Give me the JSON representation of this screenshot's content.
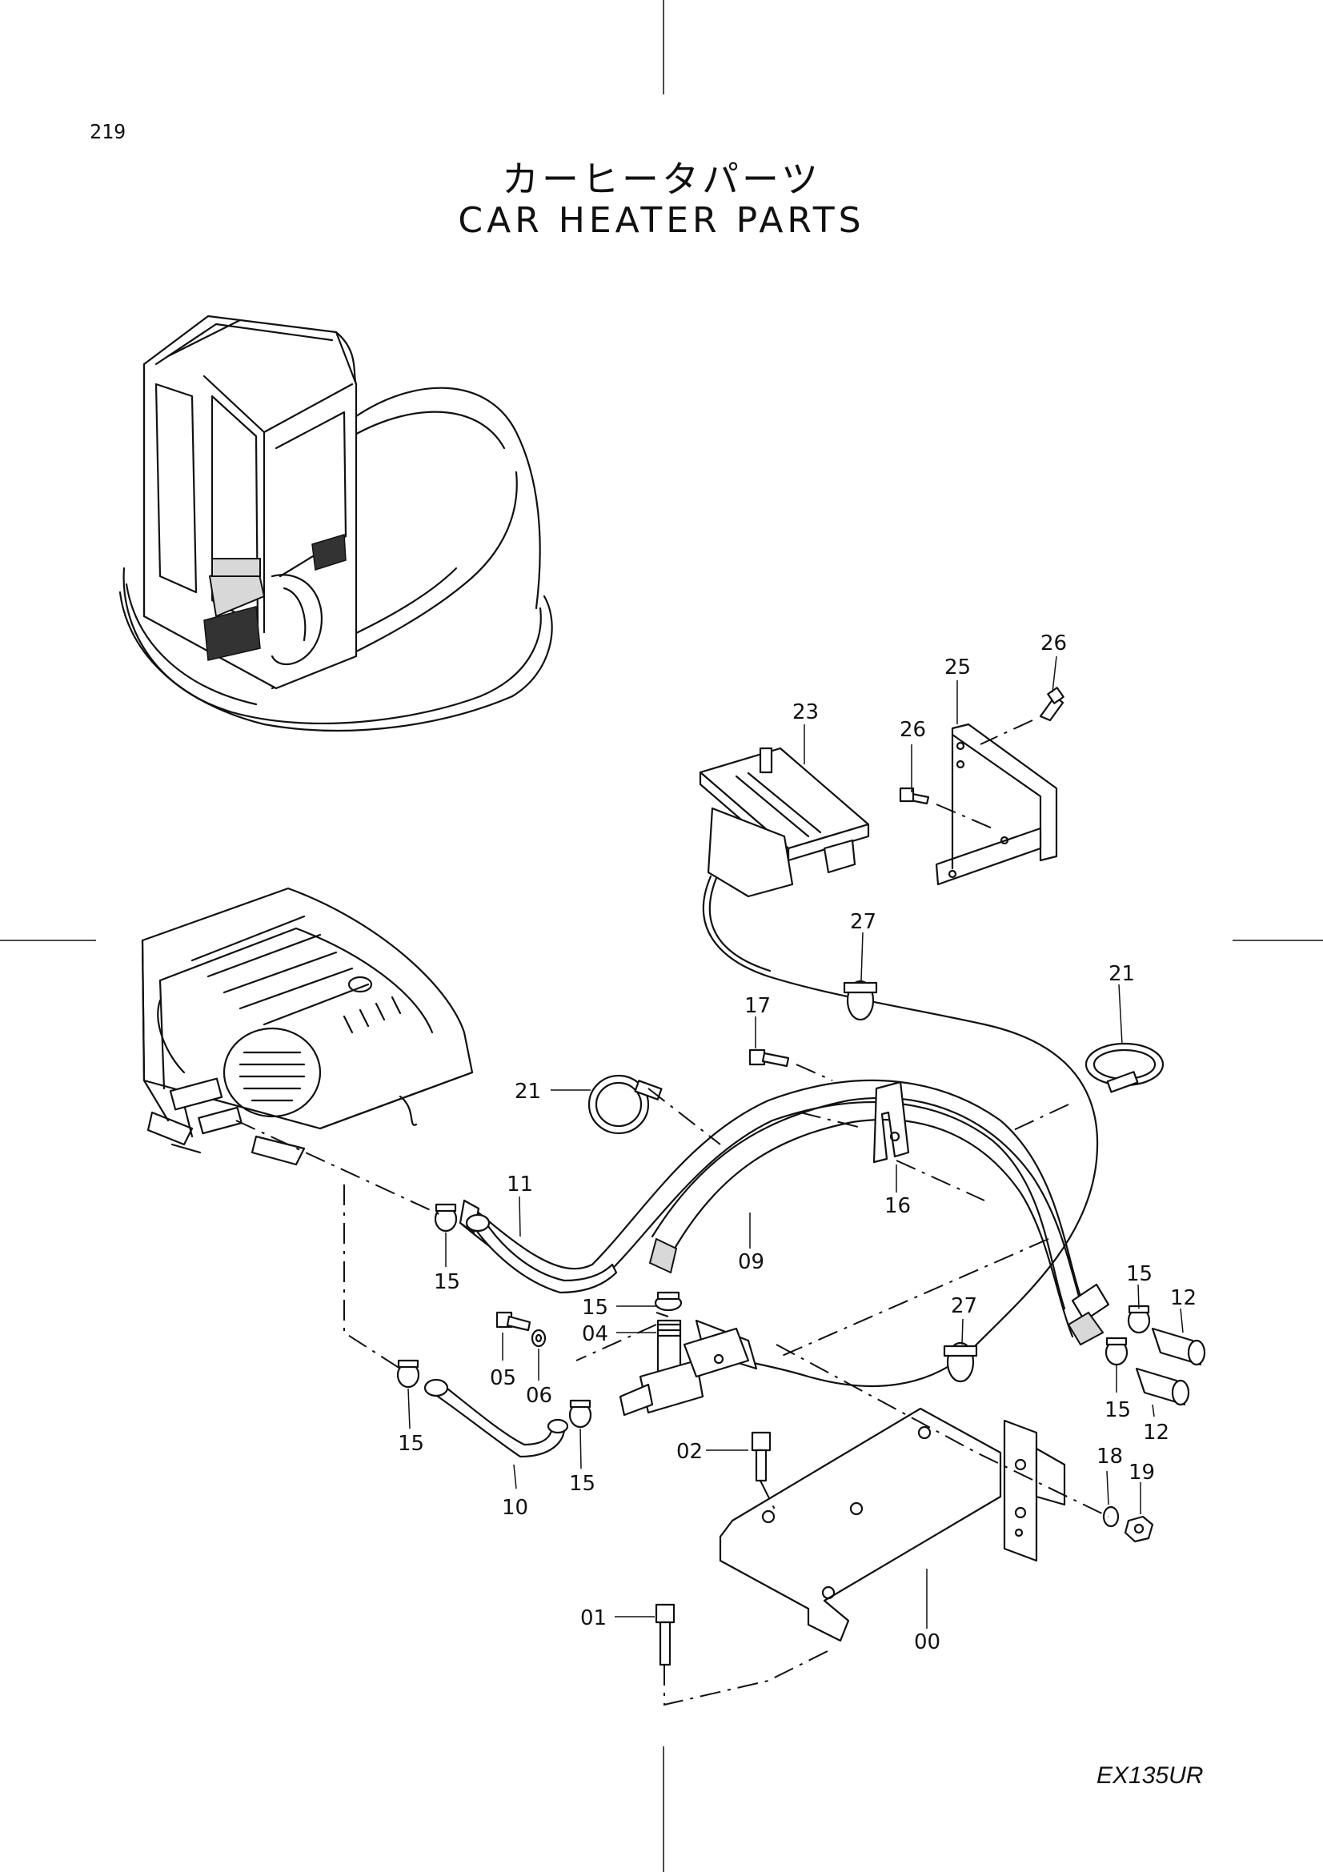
{
  "page_number": "219",
  "title_ja": "カーヒータパーツ",
  "title_en": "CAR HEATER PARTS",
  "model": "EX135UR",
  "callouts": [
    {
      "id": "c00",
      "label": "00"
    },
    {
      "id": "c01",
      "label": "01"
    },
    {
      "id": "c02",
      "label": "02"
    },
    {
      "id": "c04",
      "label": "04"
    },
    {
      "id": "c05",
      "label": "05"
    },
    {
      "id": "c06",
      "label": "06"
    },
    {
      "id": "c09",
      "label": "09"
    },
    {
      "id": "c10",
      "label": "10"
    },
    {
      "id": "c11",
      "label": "11"
    },
    {
      "id": "c12a",
      "label": "12"
    },
    {
      "id": "c12b",
      "label": "12"
    },
    {
      "id": "c15a",
      "label": "15"
    },
    {
      "id": "c15b",
      "label": "15"
    },
    {
      "id": "c15c",
      "label": "15"
    },
    {
      "id": "c15d",
      "label": "15"
    },
    {
      "id": "c15e",
      "label": "15"
    },
    {
      "id": "c15f",
      "label": "15"
    },
    {
      "id": "c16",
      "label": "16"
    },
    {
      "id": "c17",
      "label": "17"
    },
    {
      "id": "c18",
      "label": "18"
    },
    {
      "id": "c19",
      "label": "19"
    },
    {
      "id": "c21a",
      "label": "21"
    },
    {
      "id": "c21b",
      "label": "21"
    },
    {
      "id": "c23",
      "label": "23"
    },
    {
      "id": "c25",
      "label": "25"
    },
    {
      "id": "c26a",
      "label": "26"
    },
    {
      "id": "c26b",
      "label": "26"
    },
    {
      "id": "c27a",
      "label": "27"
    },
    {
      "id": "c27b",
      "label": "27"
    }
  ]
}
